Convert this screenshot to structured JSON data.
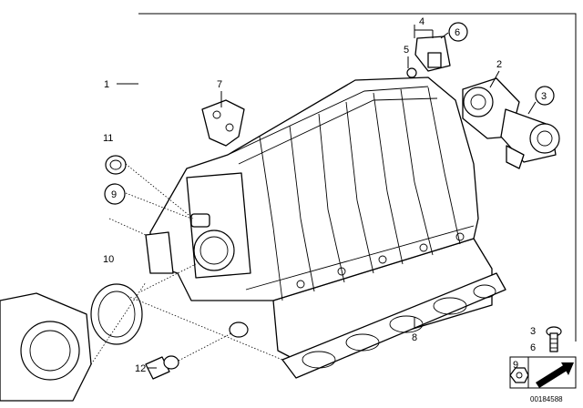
{
  "callouts": {
    "c1": "1",
    "c2": "2",
    "c3": "3",
    "c4": "4",
    "c5": "5",
    "c6": "6",
    "c7": "7",
    "c8": "8",
    "c9": "9",
    "c10": "10",
    "c11": "11",
    "c12": "12"
  },
  "legend": {
    "l3": "3",
    "l6": "6",
    "l9": "9"
  },
  "drawing_number": "00184588"
}
